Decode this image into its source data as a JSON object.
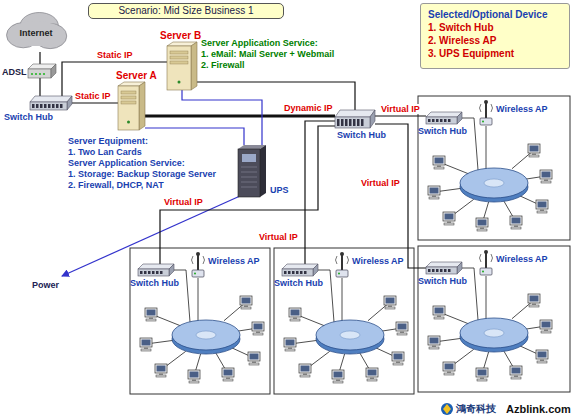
{
  "diagram": {
    "nodes": [
      {
        "text": [
          "Scenario: Mid Size Business 1"
        ]
      },
      {
        "text": [
          "Selected/Optional Device",
          "1. Switch Hub",
          "2. Wireless AP",
          "3. UPS Equipment"
        ]
      },
      {
        "text": [
          "Internet"
        ]
      },
      {
        "text": [
          "Server B"
        ]
      },
      {
        "text": [
          "Server A"
        ]
      },
      {
        "text": [
          "ADSL"
        ]
      },
      {
        "text": [
          "Switch Hub"
        ]
      },
      {
        "text": [
          "Switch Hub"
        ]
      },
      {
        "text": [
          "UPS"
        ]
      },
      {
        "text": [
          "Switch Hub"
        ]
      },
      {
        "text": [
          "Wireless AP"
        ]
      },
      {
        "text": [
          "Switch Hub"
        ]
      },
      {
        "text": [
          "Wireless AP"
        ]
      },
      {
        "text": [
          "Switch Hub"
        ]
      },
      {
        "text": [
          "Wireless AP"
        ]
      },
      {
        "text": [
          "Switch Hub"
        ]
      },
      {
        "text": [
          "Wireless AP"
        ]
      }
    ],
    "edges": [
      {
        "from": 2,
        "to": 5,
        "arrow": "none"
      },
      {
        "from": 5,
        "to": 6,
        "arrow": "none"
      },
      {
        "from": 6,
        "to": 3,
        "label": "Static IP",
        "arrow": "none"
      },
      {
        "from": 6,
        "to": 4,
        "label": "Static IP",
        "arrow": "none"
      },
      {
        "from": 3,
        "to": 7,
        "arrow": "none"
      },
      {
        "from": 4,
        "to": 7,
        "label": "Dynamic IP",
        "arrow": "none"
      },
      {
        "from": 7,
        "to": 9,
        "label": "Virtual IP",
        "arrow": "none"
      },
      {
        "from": 7,
        "to": 11,
        "label": "Virtual IP",
        "arrow": "none"
      },
      {
        "from": 7,
        "to": 13,
        "label": "Virtual IP",
        "arrow": "none"
      },
      {
        "from": 7,
        "to": 15,
        "label": "Virtual IP",
        "arrow": "none"
      },
      {
        "from": 8,
        "to": 3,
        "arrow": "none"
      },
      {
        "from": 8,
        "to": 4,
        "arrow": "none"
      }
    ],
    "labels": [
      "Server Application Service:",
      "1. eMail: Mail Server + Webmail",
      "2. Firewall",
      "Server Equipment:",
      "1. Two Lan Cards",
      "Server Application Service:",
      "1. Storage: Backup Storage Server",
      "2. Firewall, DHCP, NAT",
      "Power",
      "鴻奇科技",
      "Azblink.com"
    ]
  }
}
